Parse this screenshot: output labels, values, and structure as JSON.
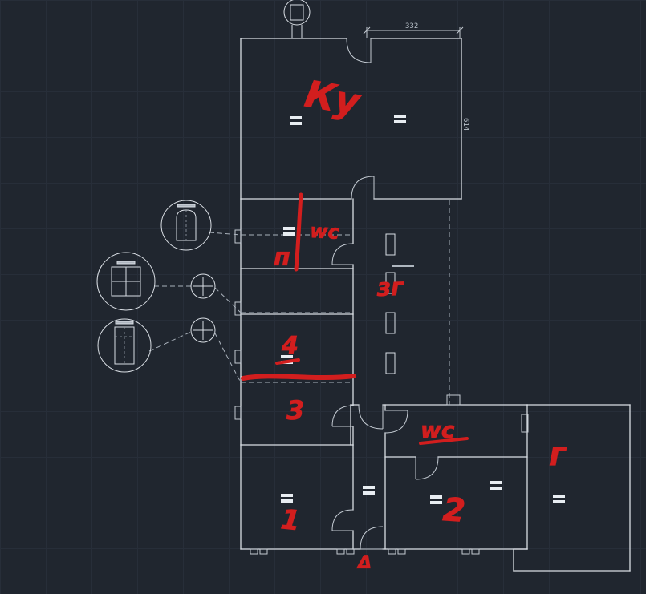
{
  "canvas": {
    "background_color": "#20262f",
    "grid_color": "#272e39",
    "wall_color": "#d9dee4",
    "annotation_color": "#d21e1e"
  },
  "dimensions": {
    "top_width": "332",
    "right_height": "614"
  },
  "annotations": {
    "kitchen": "Ку",
    "wc_upper": "wc",
    "hall": "п",
    "zg": "зг",
    "room4": "4",
    "room3": "3",
    "room1": "1",
    "room2": "2",
    "wc_lower": "wc",
    "room_g": "г",
    "delta": "Δ"
  }
}
